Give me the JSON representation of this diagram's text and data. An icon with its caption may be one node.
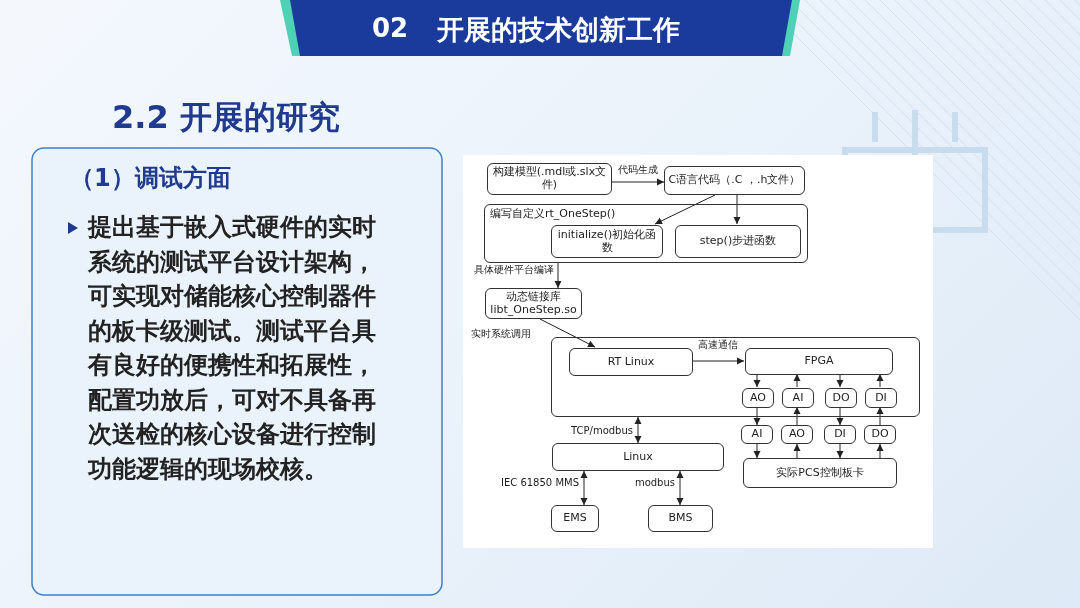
{
  "diagram": {
    "title": "开展的技术创新工作",
    "nodes": [
      {
        "text": [
          "构建模型(.mdl或.slx文件)"
        ]
      },
      {
        "text": [
          "C语言代码（.C ，.h文件）"
        ]
      },
      {
        "text": [
          "编写自定义rt_OneStep()"
        ]
      },
      {
        "text": [
          "initialize()初始化函数"
        ],
        "in": 2
      },
      {
        "text": [
          "step()步进函数"
        ],
        "in": 2
      },
      {
        "text": [
          "动态链接库 libt_OneStep.so"
        ]
      },
      {
        "text": [],
        "shape": "box"
      },
      {
        "text": [
          "RT Linux"
        ],
        "in": 6
      },
      {
        "text": [
          "FPGA"
        ],
        "in": 6
      },
      {
        "text": [
          "AO"
        ],
        "in": 6
      },
      {
        "text": [
          "AI"
        ],
        "in": 6
      },
      {
        "text": [
          "DO"
        ],
        "in": 6
      },
      {
        "text": [
          "DI"
        ],
        "in": 6
      },
      {
        "text": [
          "AI"
        ]
      },
      {
        "text": [
          "AO"
        ]
      },
      {
        "text": [
          "DI"
        ]
      },
      {
        "text": [
          "DO"
        ]
      },
      {
        "text": [
          "实际PCS控制板卡"
        ]
      },
      {
        "text": [
          "Linux"
        ]
      },
      {
        "text": [
          "EMS"
        ]
      },
      {
        "text": [
          "BMS"
        ]
      }
    ],
    "edges": [
      {
        "from": 0,
        "to": 1,
        "arrow": "to",
        "label": "代码生成"
      },
      {
        "from": 1,
        "to": 3,
        "arrow": "to"
      },
      {
        "from": 1,
        "to": 4,
        "arrow": "to"
      },
      {
        "from": 2,
        "to": 5,
        "arrow": "to",
        "label": "具体硬件平台编译"
      },
      {
        "from": 5,
        "to": 7,
        "arrow": "to",
        "label": "实时系统调用"
      },
      {
        "from": 7,
        "to": 8,
        "arrow": "to",
        "label": "高速通信"
      },
      {
        "from": 8,
        "to": 9,
        "arrow": "to"
      },
      {
        "from": 10,
        "to": 8,
        "arrow": "to"
      },
      {
        "from": 8,
        "to": 11,
        "arrow": "to"
      },
      {
        "from": 12,
        "to": 8,
        "arrow": "to"
      },
      {
        "from": 9,
        "to": 13,
        "arrow": "to"
      },
      {
        "from": 14,
        "to": 10,
        "arrow": "to"
      },
      {
        "from": 11,
        "to": 15,
        "arrow": "to"
      },
      {
        "from": 16,
        "to": 12,
        "arrow": "to"
      },
      {
        "from": 13,
        "to": 17,
        "arrow": "to"
      },
      {
        "from": 17,
        "to": 14,
        "arrow": "to"
      },
      {
        "from": 15,
        "to": 17,
        "arrow": "to"
      },
      {
        "from": 17,
        "to": 16,
        "arrow": "to"
      },
      {
        "from": 6,
        "to": 18,
        "arrow": "both",
        "label": "TCP/modbus"
      },
      {
        "from": 18,
        "to": 19,
        "arrow": "both",
        "label": "IEC 61850 MMS"
      },
      {
        "from": 18,
        "to": 20,
        "arrow": "both",
        "label": "modbus"
      }
    ],
    "labels": [
      "02",
      "2.2 开展的研究",
      "（1）调试方面",
      "提出基于嵌入式硬件的实时系统的测试平台设计架构，可实现对储能核心控制器件的板卡级测试。测试平台具有良好的便携性和拓展性，配置功放后，可对不具备再次送检的核心设备进行控制功能逻辑的现场校核。"
    ]
  }
}
